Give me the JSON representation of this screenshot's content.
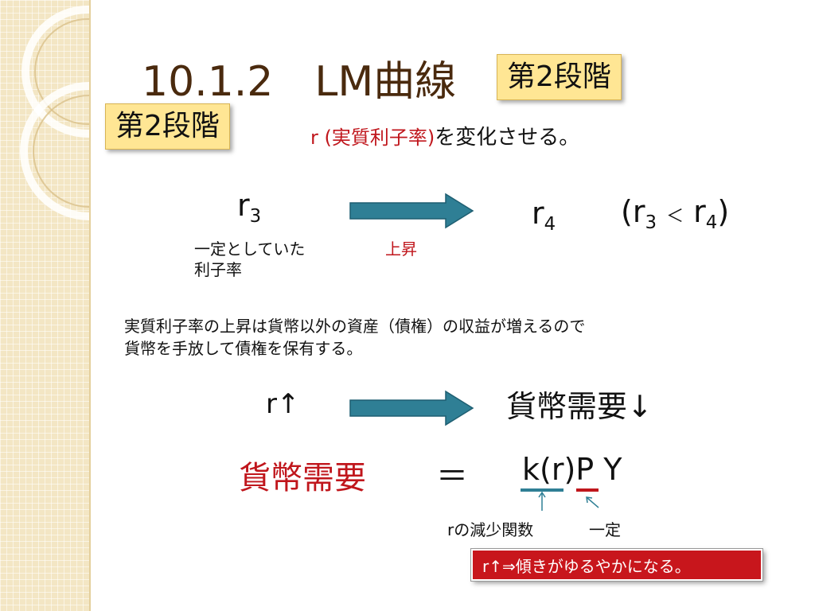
{
  "title": "10.1.2　LM曲線",
  "badge_top": "第2段階",
  "badge_left": "第2段階",
  "instruction": {
    "highlight": "r (実質利子率)",
    "rest": "を変化させる。"
  },
  "row1": {
    "r_from": "r",
    "r_from_sub": "3",
    "r_to": "r",
    "r_to_sub": "4",
    "compare_open": "(r",
    "compare_sub1": "3",
    "compare_op": "＜",
    "compare_r": "r",
    "compare_sub2": "4",
    "compare_close": ")",
    "label_fixed_line1": "一定としていた",
    "label_fixed_line2": "利子率",
    "label_rise": "上昇"
  },
  "explanation": {
    "line1": "実質利子率の上昇は貨幣以外の資産（債権）の収益が増えるので",
    "line2": "貨幣を手放して債権を保有する。"
  },
  "row2": {
    "left": "r↑",
    "right": "貨幣需要↓"
  },
  "equation": {
    "lhs": "貨幣需要",
    "eq": "＝",
    "k": "k(r)",
    "p": "P",
    "y": "Y"
  },
  "annotations": {
    "decreasing": "rの減少関数",
    "constant": "一定"
  },
  "note": "r↑⇒傾きがゆるやかになる。",
  "colors": {
    "accent_red": "#c0161c",
    "arrow_teal": "#2f7f95",
    "badge_yellow": "#ffe694",
    "title_brown": "#4a2a0e"
  }
}
